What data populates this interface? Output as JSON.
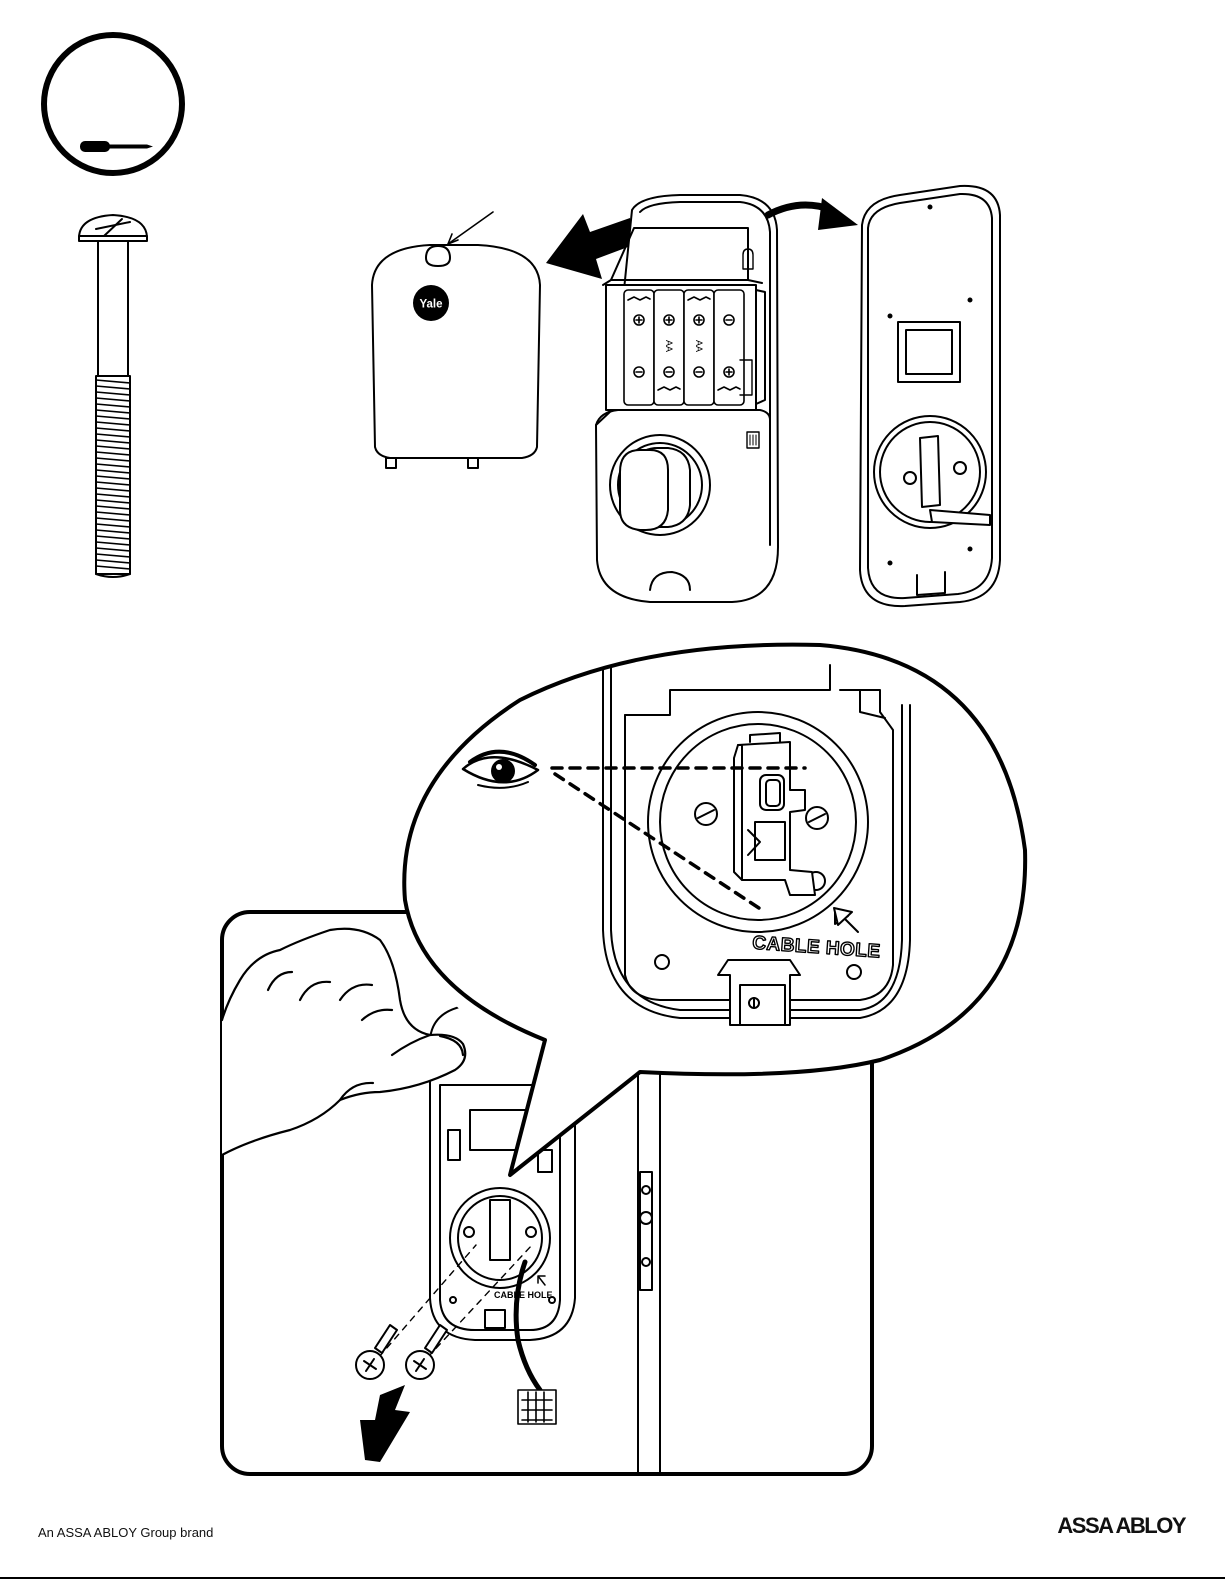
{
  "cover": {
    "logo_text": "Yale"
  },
  "battery": {
    "label": "AA"
  },
  "callout": {
    "cable_hole_label": "CABLE HOLE"
  },
  "inset": {
    "cable_hole_label": "CABLE HOLE"
  },
  "footer": {
    "brand_line": "An ASSA ABLOY Group brand",
    "company_logo": "ASSA ABLOY"
  },
  "icons": {
    "tool": "screwdriver-icon",
    "eye": "eye-icon",
    "direction": "arrow-icon"
  }
}
